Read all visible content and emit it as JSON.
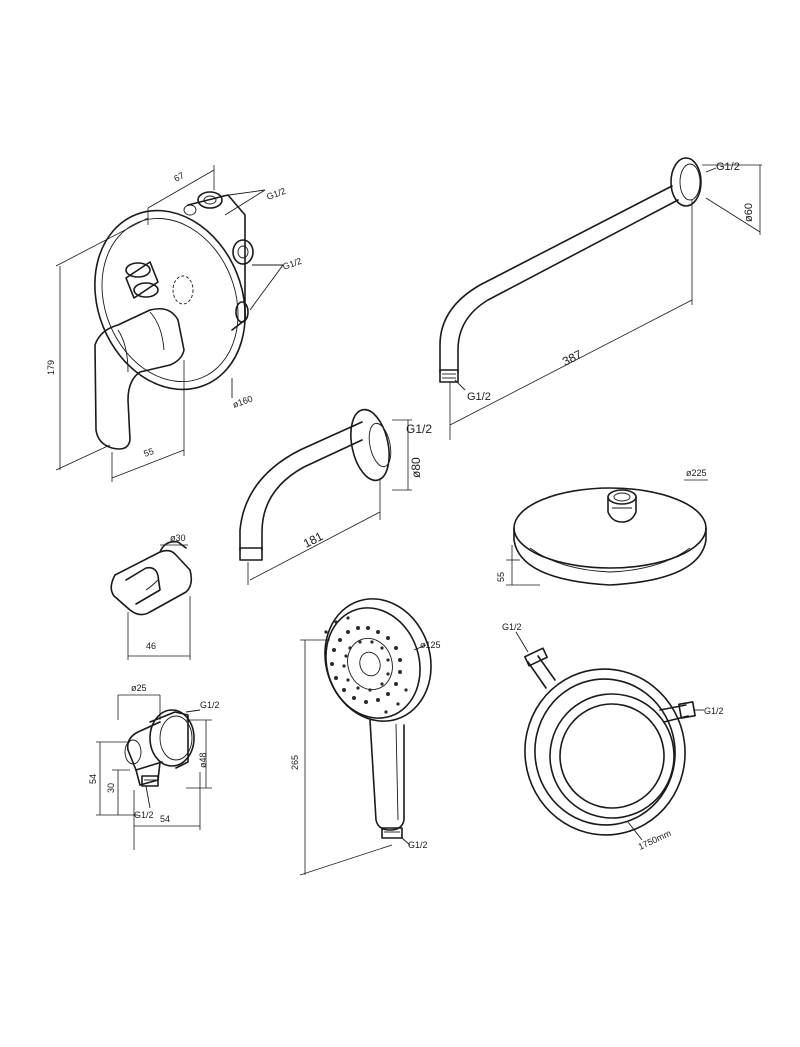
{
  "mixer": {
    "width_67": "67",
    "height_179": "179",
    "depth_55": "55",
    "diameter_160": "ø160",
    "thread_top": "G1/2",
    "thread_mid": "G1/2"
  },
  "shower_arm": {
    "length": "387",
    "thread_wall": "G1/2",
    "thread_end": "G1/2",
    "flange": "ø60"
  },
  "spout": {
    "length": "181",
    "thread": "G1/2",
    "flange": "ø80"
  },
  "overhead_shower": {
    "diameter": "ø225",
    "height": "55"
  },
  "holder": {
    "diameter": "ø30",
    "width": "46"
  },
  "hand_shower": {
    "diameter": "ø125",
    "length": "265",
    "thread": "G1/2"
  },
  "hose": {
    "thread_left": "G1/2",
    "thread_right": "G1/2",
    "length": "1750mm"
  },
  "wall_outlet": {
    "diameter": "ø25",
    "thread_top": "G1/2",
    "flange": "ø48",
    "height_54": "54",
    "height_30": "30",
    "thread_bottom": "G1/2",
    "width_54": "54"
  }
}
